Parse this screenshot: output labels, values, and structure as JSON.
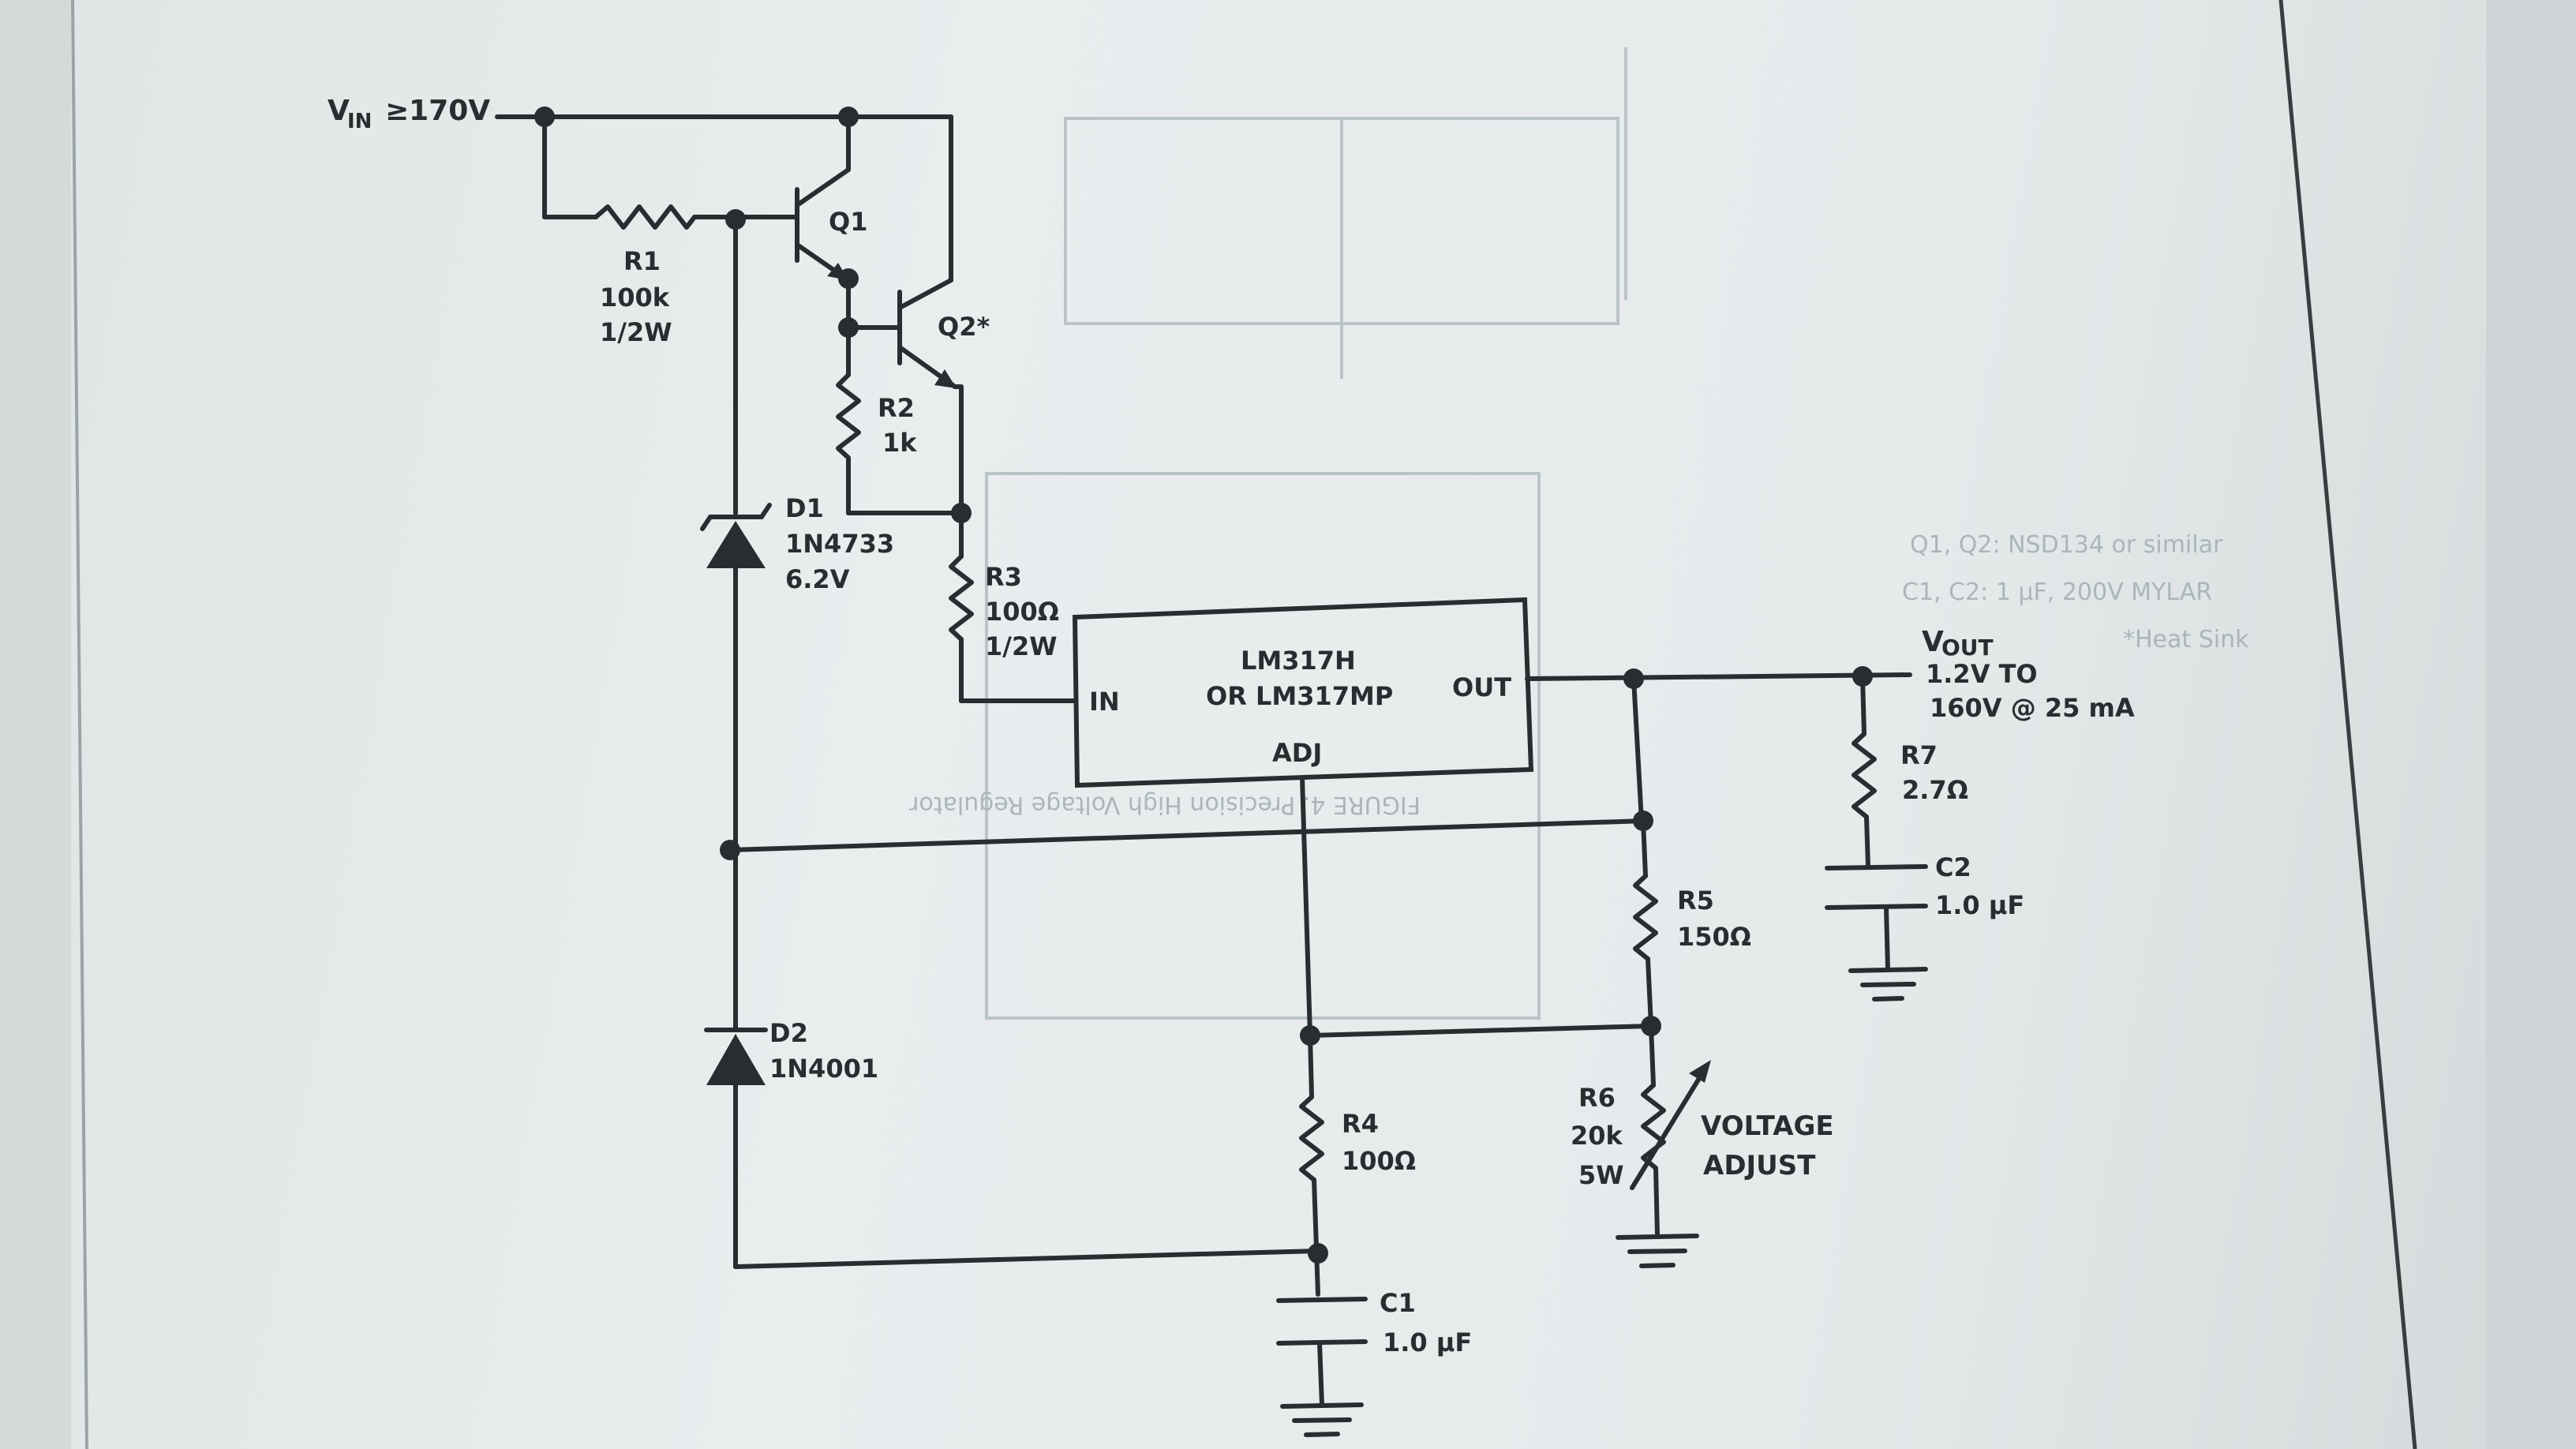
{
  "labels": {
    "vin": "V",
    "vin_sub": "IN",
    "vin_rest": "≥170V",
    "q1": "Q1",
    "q2": "Q2*",
    "r1": "R1",
    "r1_val": "100k",
    "r1_pow": "1/2W",
    "r2": "R2",
    "r2_val": "1k",
    "r3": "R3",
    "r3_val": "100Ω",
    "r3_pow": "1/2W",
    "d1": "D1",
    "d1_part": "1N4733",
    "d1_val": "6.2V",
    "d2": "D2",
    "d2_part": "1N4001",
    "ic_line1": "LM317H",
    "ic_line2": "OR LM317MP",
    "ic_in": "IN",
    "ic_out": "OUT",
    "ic_adj": "ADJ",
    "vout": "V",
    "vout_sub": "OUT",
    "vout_line2": "1.2V TO",
    "vout_line3": "160V @ 25 mA",
    "r7": "R7",
    "r7_val": "2.7Ω",
    "c2": "C2",
    "c2_val": "1.0 μF",
    "r5": "R5",
    "r5_val": "150Ω",
    "r4": "R4",
    "r4_val": "100Ω",
    "r6": "R6",
    "r6_val": "20k",
    "r6_pow": "5W",
    "voltage_adjust_1": "VOLTAGE",
    "voltage_adjust_2": "ADJUST",
    "c1": "C1",
    "c1_val": "1.0 μF"
  }
}
